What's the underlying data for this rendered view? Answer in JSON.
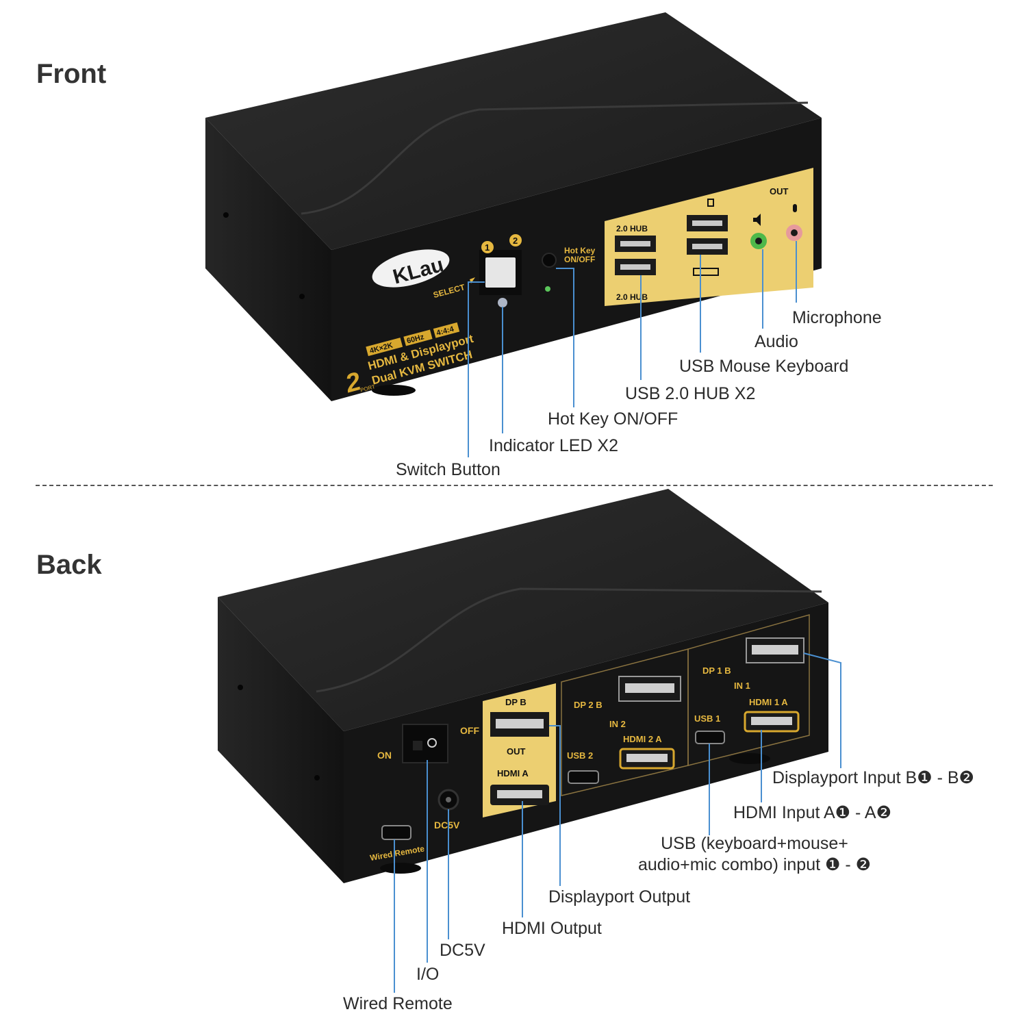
{
  "sections": {
    "front": "Front",
    "back": "Back"
  },
  "brand": {
    "logo": "KLau",
    "badge_4k": "4K×2K",
    "badge_hz": "60Hz",
    "badge_chroma": "4:4:4",
    "product_line1": "HDMI & Displayport",
    "product_line2": "Dual KVM SWITCH",
    "port_count": "2",
    "port_word": "PORT"
  },
  "front_panel": {
    "select_label": "SELECT",
    "port_1": "1",
    "port_2": "2",
    "hotkey_line1": "Hot Key",
    "hotkey_line2": "ON/OFF",
    "hub_top": "2.0 HUB",
    "hub_bottom": "2.0 HUB",
    "out_label": "OUT"
  },
  "front_callouts": {
    "microphone": "Microphone",
    "audio": "Audio",
    "usb_mouse_keyboard": "USB Mouse Keyboard",
    "usb_hub": "USB 2.0 HUB X2",
    "hotkey": "Hot Key ON/OFF",
    "indicator_led": "Indicator LED X2",
    "switch_button": "Switch Button"
  },
  "back_panel": {
    "on": "ON",
    "off": "OFF",
    "dp_out": "DP B",
    "out": "OUT",
    "hdmi_out": "HDMI A",
    "dc5v": "DC5V",
    "wired_remote": "Wired Remote",
    "dp2b": "DP 2 B",
    "in2": "IN 2",
    "usb2": "USB 2",
    "hdmi2a": "HDMI 2 A",
    "dp1b": "DP 1 B",
    "in1": "IN 1",
    "usb1": "USB 1",
    "hdmi1a": "HDMI 1 A"
  },
  "back_callouts": {
    "dp_input": "Displayport Input B❶ - B❷",
    "hdmi_input": "HDMI Input A❶ - A❷",
    "usb_combo_line1": "USB (keyboard+mouse+",
    "usb_combo_line2": "audio+mic combo) input ❶ - ❷",
    "dp_output": "Displayport Output",
    "hdmi_output": "HDMI Output",
    "dc5v": "DC5V",
    "io": "I/O",
    "wired_remote": "Wired Remote"
  },
  "colors": {
    "body": "#1c1c1c",
    "panel_gold": "#eccf71",
    "leader_line": "#4a8fd0",
    "text": "#2b2b2b"
  }
}
